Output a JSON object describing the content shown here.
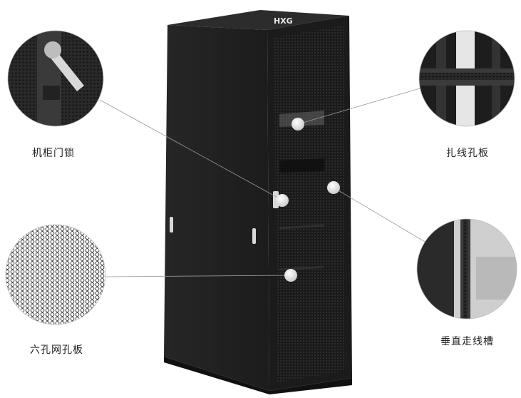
{
  "brand": {
    "logo_text": "HXG"
  },
  "callouts": [
    {
      "id": "cabinet-door-lock",
      "label": "机柜门锁"
    },
    {
      "id": "hexagonal-mesh-panel",
      "label": "六孔网孔板"
    },
    {
      "id": "cable-tie-panel",
      "label": "扎线孔板"
    },
    {
      "id": "vertical-cable-duct",
      "label": "垂直走线槽"
    }
  ],
  "colors": {
    "cabinet_body": "#1e1e1e",
    "cabinet_side": "#2a2a2a",
    "background": "#ffffff",
    "leader_line": "#9a9a9a"
  }
}
